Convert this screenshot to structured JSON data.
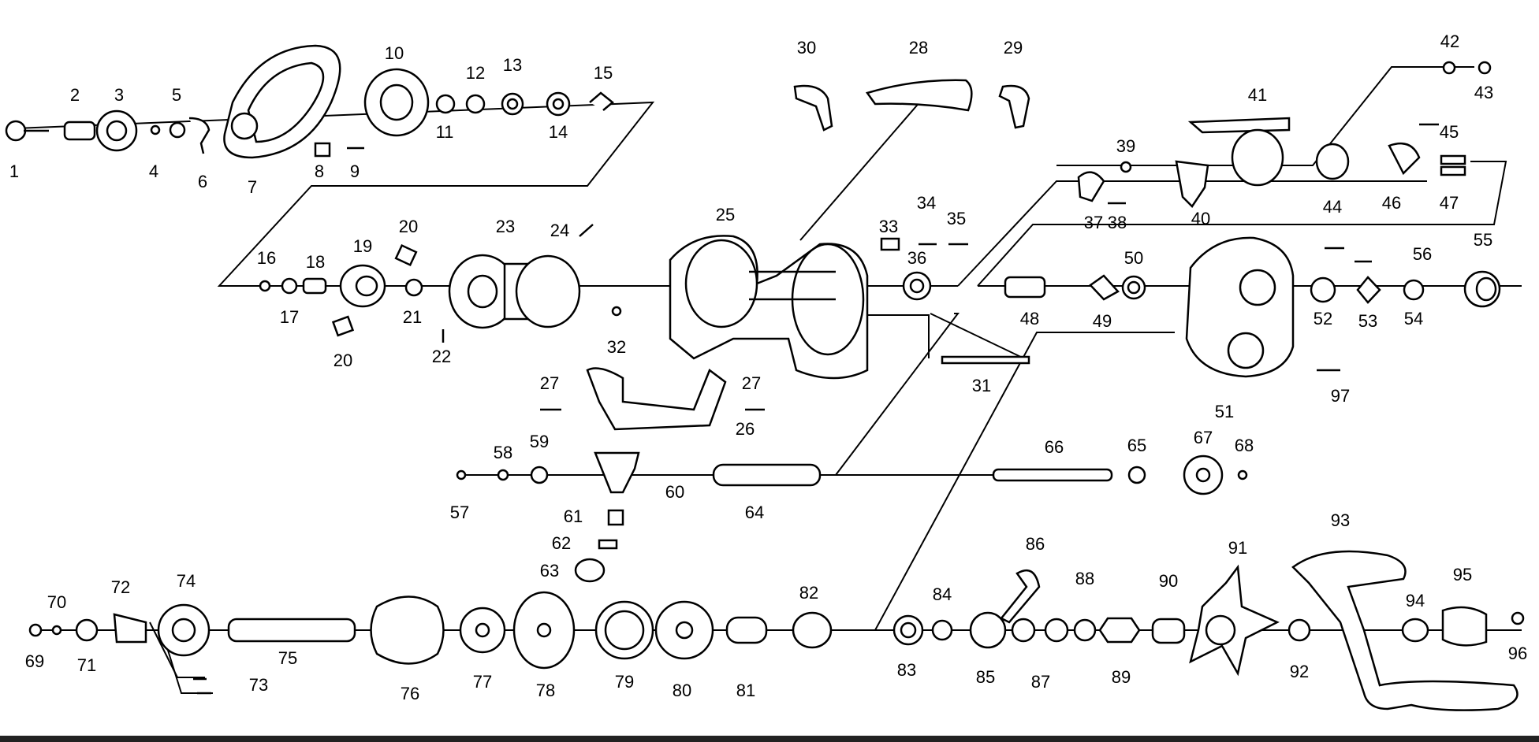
{
  "diagram": {
    "labels": [
      "1",
      "2",
      "3",
      "4",
      "5",
      "6",
      "7",
      "8",
      "9",
      "10",
      "11",
      "12",
      "13",
      "14",
      "15",
      "16",
      "17",
      "18",
      "19",
      "20",
      "20",
      "21",
      "22",
      "23",
      "24",
      "25",
      "26",
      "27",
      "27",
      "28",
      "29",
      "30",
      "31",
      "32",
      "33",
      "34",
      "35",
      "36",
      "37",
      "38",
      "39",
      "40",
      "41",
      "42",
      "43",
      "44",
      "45",
      "46",
      "47",
      "48",
      "49",
      "50",
      "51",
      "52",
      "53",
      "54",
      "55",
      "56",
      "57",
      "58",
      "59",
      "60",
      "61",
      "62",
      "63",
      "64",
      "65",
      "66",
      "67",
      "68",
      "69",
      "70",
      "71",
      "72",
      "73",
      "74",
      "75",
      "76",
      "77",
      "78",
      "79",
      "80",
      "81",
      "82",
      "83",
      "84",
      "85",
      "86",
      "87",
      "88",
      "89",
      "90",
      "91",
      "92",
      "93",
      "94",
      "95",
      "96",
      "97"
    ]
  },
  "colors": {
    "ink": "#000000",
    "background": "#ffffff",
    "footer": "#222222"
  }
}
